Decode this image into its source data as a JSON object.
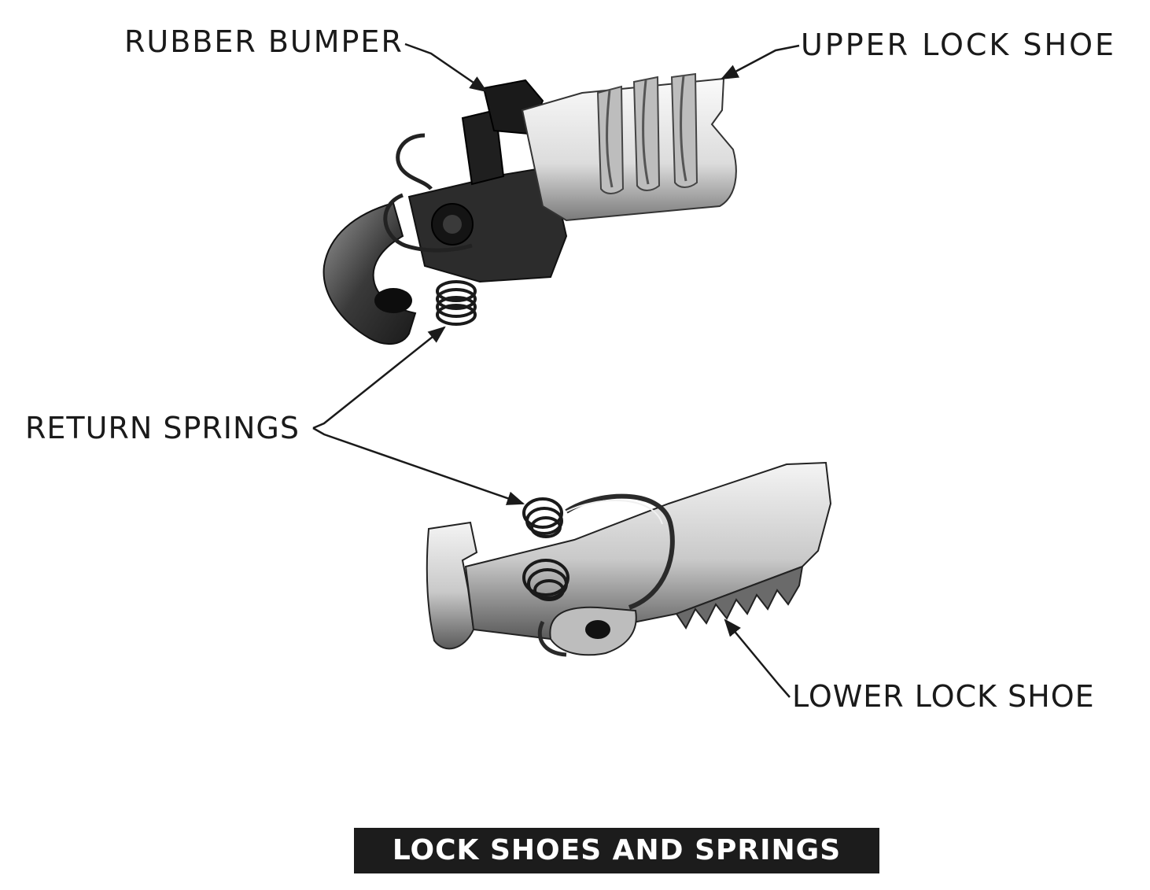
{
  "labels": {
    "rubber_bumper": "RUBBER BUMPER",
    "upper_lock_shoe": "UPPER LOCK SHOE",
    "return_springs": "RETURN SPRINGS",
    "lower_lock_shoe": "LOWER LOCK SHOE"
  },
  "caption": "LOCK SHOES AND SPRINGS",
  "colors": {
    "ink": "#1a1a1a",
    "caption_background": "#1c1c1c",
    "caption_text": "#ffffff",
    "metal_light": "#e4e4e4",
    "metal_dark": "#2a2a2a"
  },
  "icons": {
    "upper_part": "upper-lock-shoe-icon",
    "lower_part": "lower-lock-shoe-icon"
  }
}
